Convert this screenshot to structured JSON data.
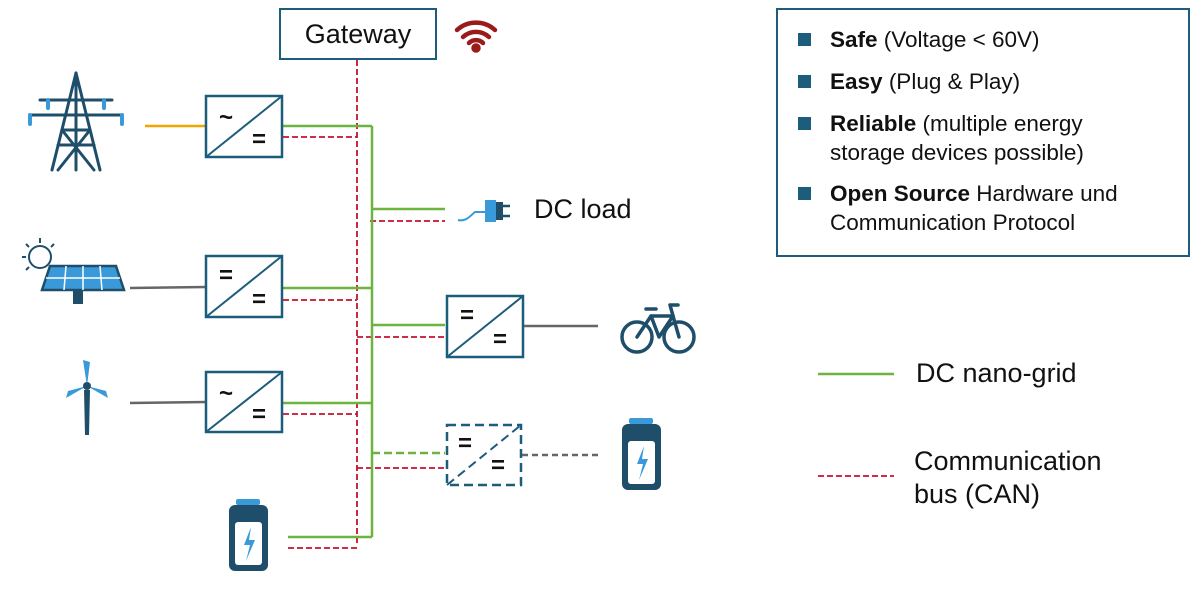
{
  "gateway": {
    "label": "Gateway"
  },
  "features": [
    {
      "bold": "Safe",
      "rest": " (Voltage < 60V)"
    },
    {
      "bold": "Easy",
      "rest": " (Plug & Play)"
    },
    {
      "bold": "Reliable",
      "rest": " (multiple energy storage devices possible)"
    },
    {
      "bold": "Open Source",
      "rest": " Hardware und Communication Protocol"
    }
  ],
  "dc_load": {
    "label": "DC load"
  },
  "legend": {
    "dc_grid": "DC nano-grid",
    "comm_bus": "Communication bus (CAN)"
  },
  "converters": {
    "ac_symbol": "~",
    "dc_symbol": "="
  },
  "colors": {
    "accent": "#1d5d7c",
    "grid_green": "#6db33f",
    "comm_red": "#c8102e",
    "ac_line": "#f0a500",
    "wifi": "#9b1b1b"
  }
}
